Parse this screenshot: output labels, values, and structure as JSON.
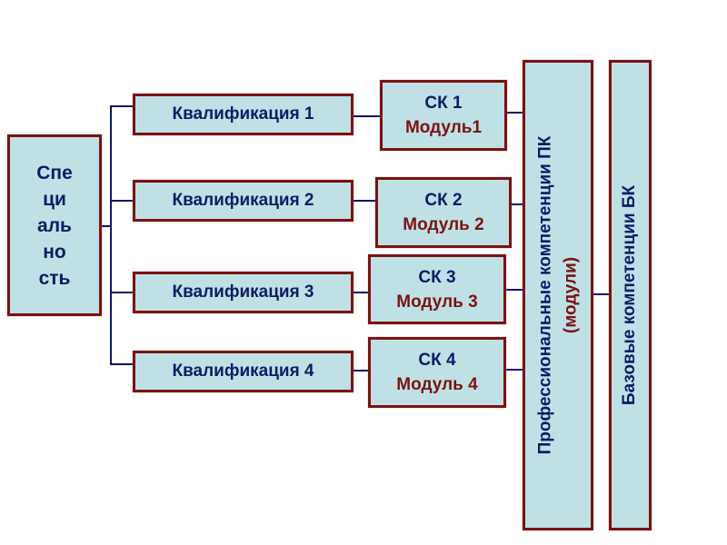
{
  "specialty": {
    "lines": [
      "Спе",
      "ци",
      "аль",
      "но",
      "сть"
    ]
  },
  "qualifications": [
    {
      "label": "Квалификация 1"
    },
    {
      "label": "Квалификация 2"
    },
    {
      "label": "Квалификация 3"
    },
    {
      "label": "Квалификация 4"
    }
  ],
  "modules": [
    {
      "code": "СК 1",
      "module": "Модуль1"
    },
    {
      "code": "СК 2",
      "module": "Модуль 2"
    },
    {
      "code": "СК 3",
      "module": "Модуль 3"
    },
    {
      "code": "СК 4",
      "module": "Модуль 4"
    }
  ],
  "professional_competencies": {
    "title": "Профессиональные компетенции ПК",
    "subtitle": "(модули)"
  },
  "basic_competencies": {
    "title": "Базовые компетенции БК"
  },
  "colors": {
    "box_fill": "#bfe1e5",
    "box_border": "#7a1212",
    "text_primary": "#0c1a66",
    "text_secondary": "#7a1212",
    "connector": "#0c1466"
  }
}
